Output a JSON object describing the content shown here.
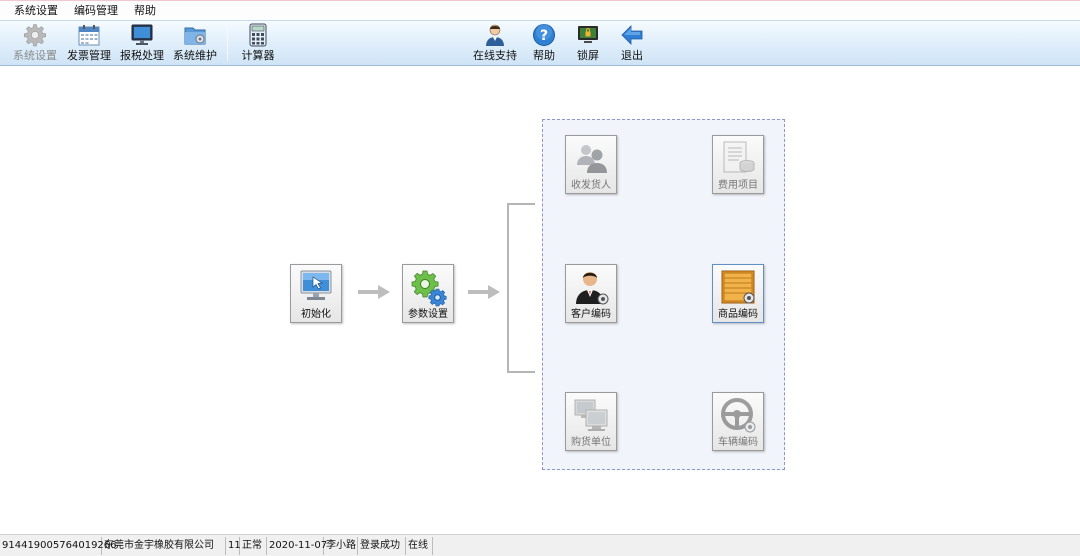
{
  "menu": {
    "items": [
      "系统设置",
      "编码管理",
      "帮助"
    ]
  },
  "toolbar": {
    "items": [
      {
        "label": "系统设置",
        "icon": "gear-icon",
        "enabled": false
      },
      {
        "label": "发票管理",
        "icon": "invoice-calendar-icon",
        "enabled": true
      },
      {
        "label": "报税处理",
        "icon": "monitor-icon",
        "enabled": true
      },
      {
        "label": "系统维护",
        "icon": "folder-gear-icon",
        "enabled": true
      },
      {
        "label": "计算器",
        "icon": "calculator-icon",
        "enabled": true
      },
      {
        "label": "在线支持",
        "icon": "support-person-icon",
        "enabled": true
      },
      {
        "label": "帮助",
        "icon": "help-icon",
        "enabled": true
      },
      {
        "label": "锁屏",
        "icon": "lock-screen-icon",
        "enabled": true
      },
      {
        "label": "退出",
        "icon": "exit-arrow-icon",
        "enabled": true
      }
    ]
  },
  "flow": {
    "init_label": "初始化",
    "params_label": "参数设置",
    "modules": [
      {
        "label": "收发货人",
        "icon": "consignee-icon",
        "enabled": false
      },
      {
        "label": "费用项目",
        "icon": "expense-item-icon",
        "enabled": false
      },
      {
        "label": "客户编码",
        "icon": "customer-icon",
        "enabled": true
      },
      {
        "label": "商品编码",
        "icon": "goods-box-icon",
        "enabled": true
      },
      {
        "label": "购货单位",
        "icon": "buyer-computers-icon",
        "enabled": false
      },
      {
        "label": "车辆编码",
        "icon": "steering-wheel-icon",
        "enabled": false
      }
    ]
  },
  "status": {
    "tax_id": "914419005764019266",
    "company": "东莞市金宇橡胶有限公司",
    "period": "11",
    "state": "正常",
    "date": "2020-11-07",
    "user": "李小路",
    "login": "登录成功",
    "online": "在线"
  },
  "colors": {
    "toolbar_top": "#f6fbff",
    "toolbar_bottom": "#cfe4f6",
    "group_border": "#8c98c6",
    "group_bg": "#f1f4fa",
    "highlight_border": "#5f8fc4"
  }
}
